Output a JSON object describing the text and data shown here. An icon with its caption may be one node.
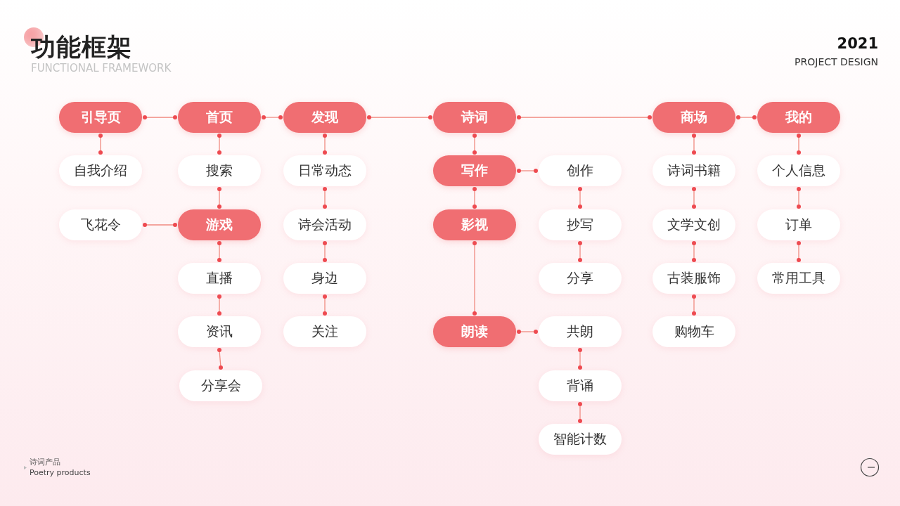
{
  "diagram": {
    "title": "功能框架",
    "nodes": [
      {
        "text": [
          "引导页"
        ]
      },
      {
        "text": [
          "首页"
        ]
      },
      {
        "text": [
          "发现"
        ]
      },
      {
        "text": [
          "诗词"
        ]
      },
      {
        "text": [
          "商场"
        ]
      },
      {
        "text": [
          "我的"
        ]
      },
      {
        "text": [
          "自我介绍"
        ]
      },
      {
        "text": [
          "搜索"
        ]
      },
      {
        "text": [
          "日常动态"
        ]
      },
      {
        "text": [
          "写作"
        ]
      },
      {
        "text": [
          "创作"
        ]
      },
      {
        "text": [
          "诗词书籍"
        ]
      },
      {
        "text": [
          "个人信息"
        ]
      },
      {
        "text": [
          "飞花令"
        ]
      },
      {
        "text": [
          "游戏"
        ]
      },
      {
        "text": [
          "诗会活动"
        ]
      },
      {
        "text": [
          "影视"
        ]
      },
      {
        "text": [
          "抄写"
        ]
      },
      {
        "text": [
          "文学文创"
        ]
      },
      {
        "text": [
          "订单"
        ]
      },
      {
        "text": [
          "直播"
        ]
      },
      {
        "text": [
          "身边"
        ]
      },
      {
        "text": [
          "分享"
        ]
      },
      {
        "text": [
          "古装服饰"
        ]
      },
      {
        "text": [
          "常用工具"
        ]
      },
      {
        "text": [
          "资讯"
        ]
      },
      {
        "text": [
          "关注"
        ]
      },
      {
        "text": [
          "朗读"
        ]
      },
      {
        "text": [
          "共朗"
        ]
      },
      {
        "text": [
          "购物车"
        ]
      },
      {
        "text": [
          "分享会"
        ]
      },
      {
        "text": [
          "背诵"
        ]
      },
      {
        "text": [
          "智能计数"
        ]
      }
    ],
    "edges": [
      {
        "from": 0,
        "to": 1,
        "arrow": "other"
      },
      {
        "from": 1,
        "to": 2,
        "arrow": "other"
      },
      {
        "from": 2,
        "to": 3,
        "arrow": "other"
      },
      {
        "from": 3,
        "to": 4,
        "arrow": "other"
      },
      {
        "from": 4,
        "to": 5,
        "arrow": "other"
      },
      {
        "from": 0,
        "to": 6,
        "arrow": "other"
      },
      {
        "from": 1,
        "to": 7,
        "arrow": "other"
      },
      {
        "from": 7,
        "to": 14,
        "arrow": "other"
      },
      {
        "from": 14,
        "to": 13,
        "arrow": "other"
      },
      {
        "from": 14,
        "to": 20,
        "arrow": "other"
      },
      {
        "from": 20,
        "to": 25,
        "arrow": "other"
      },
      {
        "from": 25,
        "to": 30,
        "arrow": "other"
      },
      {
        "from": 2,
        "to": 8,
        "arrow": "other"
      },
      {
        "from": 8,
        "to": 15,
        "arrow": "other"
      },
      {
        "from": 15,
        "to": 21,
        "arrow": "other"
      },
      {
        "from": 21,
        "to": 26,
        "arrow": "other"
      },
      {
        "from": 3,
        "to": 9,
        "arrow": "other"
      },
      {
        "from": 9,
        "to": 16,
        "arrow": "other"
      },
      {
        "from": 16,
        "to": 27,
        "arrow": "other"
      },
      {
        "from": 9,
        "to": 10,
        "arrow": "other"
      },
      {
        "from": 10,
        "to": 17,
        "arrow": "other"
      },
      {
        "from": 17,
        "to": 22,
        "arrow": "other"
      },
      {
        "from": 27,
        "to": 28,
        "arrow": "other"
      },
      {
        "from": 28,
        "to": 31,
        "arrow": "other"
      },
      {
        "from": 31,
        "to": 32,
        "arrow": "other"
      },
      {
        "from": 4,
        "to": 11,
        "arrow": "other"
      },
      {
        "from": 11,
        "to": 18,
        "arrow": "other"
      },
      {
        "from": 18,
        "to": 23,
        "arrow": "other"
      },
      {
        "from": 23,
        "to": 29,
        "arrow": "other"
      },
      {
        "from": 5,
        "to": 12,
        "arrow": "other"
      },
      {
        "from": 12,
        "to": 19,
        "arrow": "other"
      },
      {
        "from": 19,
        "to": 24,
        "arrow": "other"
      }
    ],
    "labels": [
      "FUNCTIONAL FRAMEWORK",
      "2021",
      "PROJECT DESIGN",
      "诗词产品",
      "Poetry products"
    ]
  }
}
